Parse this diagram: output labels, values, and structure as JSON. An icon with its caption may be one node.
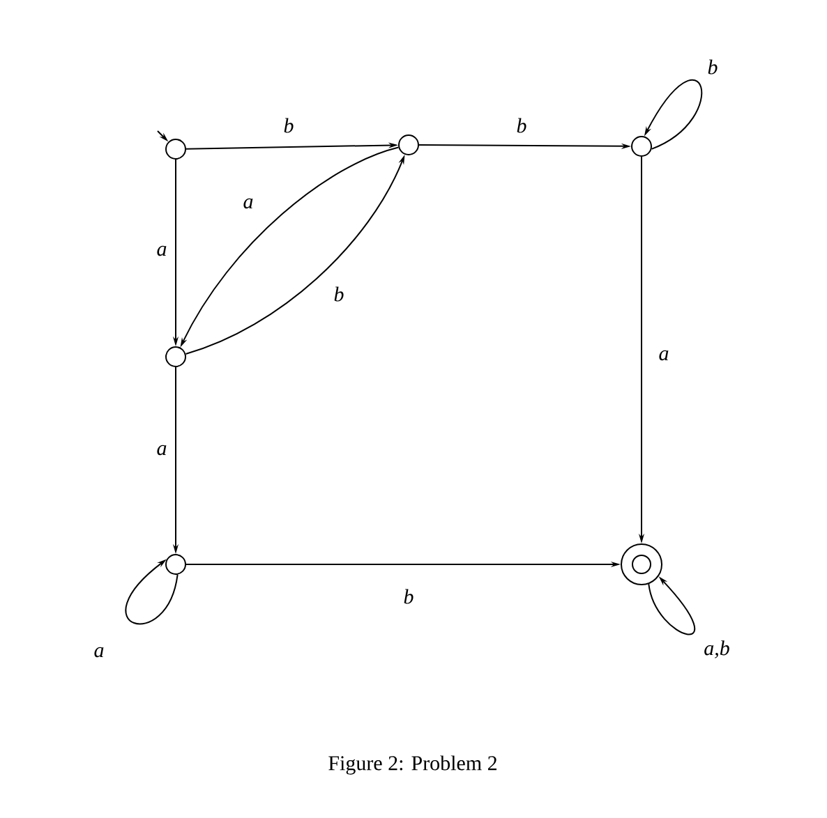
{
  "diagram": {
    "caption": "Figure 2: Problem 2",
    "nodes": [
      {
        "text": [],
        "shape": "circle"
      },
      {
        "text": [],
        "shape": "circle"
      },
      {
        "text": [],
        "shape": "circle"
      },
      {
        "text": [],
        "shape": "circle"
      },
      {
        "text": [],
        "shape": "circle"
      },
      {
        "text": [],
        "shape": "circle"
      }
    ],
    "edges": [
      {
        "from": null,
        "to": 0,
        "arrow": "to"
      },
      {
        "from": 0,
        "to": 1,
        "arrow": "to",
        "label": "b"
      },
      {
        "from": 1,
        "to": 2,
        "arrow": "to",
        "label": "b"
      },
      {
        "from": 2,
        "to": 2,
        "arrow": "to",
        "label": "b"
      },
      {
        "from": 0,
        "to": 3,
        "arrow": "to",
        "label": "a"
      },
      {
        "from": 1,
        "to": 3,
        "arrow": "to",
        "label": "a"
      },
      {
        "from": 3,
        "to": 1,
        "arrow": "to",
        "label": "b"
      },
      {
        "from": 2,
        "to": 5,
        "arrow": "to",
        "label": "a"
      },
      {
        "from": 3,
        "to": 4,
        "arrow": "to",
        "label": "a"
      },
      {
        "from": 4,
        "to": 4,
        "arrow": "to",
        "label": "a"
      },
      {
        "from": 4,
        "to": 5,
        "arrow": "to",
        "label": "b"
      },
      {
        "from": 5,
        "to": 5,
        "arrow": "to",
        "label": "a,b"
      }
    ]
  }
}
